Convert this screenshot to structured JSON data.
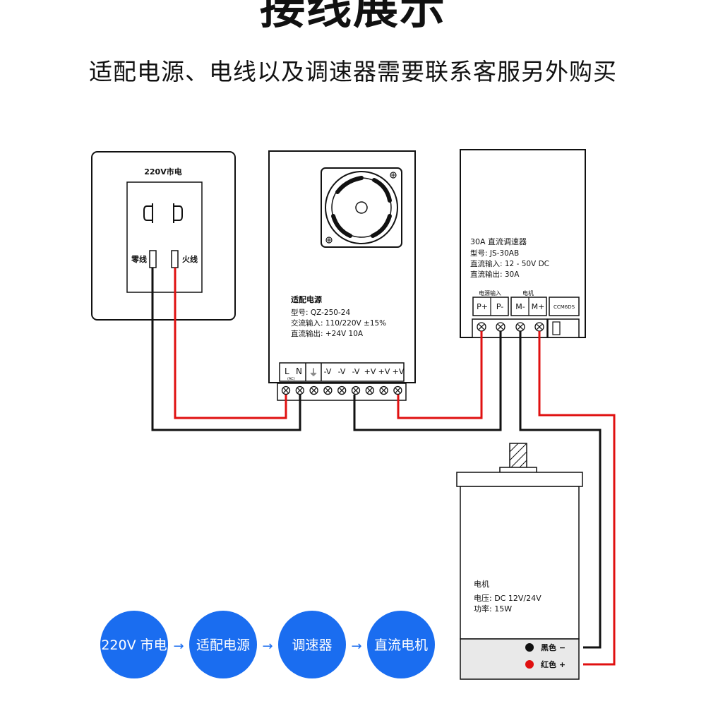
{
  "header": {
    "title": "接线展示",
    "subtitle": "适配电源、电线以及调速器需要联系客服另外购买"
  },
  "socket": {
    "label": "220V市电",
    "neutral_label": "零线",
    "live_label": "火线"
  },
  "power_supply": {
    "name": "适配电源",
    "model": "型号: QZ-250-24",
    "ac_input": "交流输入: 110/220V ±15%",
    "dc_output": "直流输出: +24V 10A",
    "terminals": [
      "L",
      "N",
      "⏚",
      "-V",
      "-V",
      "-V",
      "+V",
      "+V",
      "+V"
    ],
    "n_sub": "(AC)"
  },
  "controller": {
    "name": "30A 直流调速器",
    "model": "型号: JS-30AB",
    "dc_input": "直流输入: 12 - 50V DC",
    "dc_output": "直流输出: 30A",
    "input_group_label": "电源输入",
    "motor_group_label": "电机",
    "terminals": [
      "P+",
      "P-",
      "M-",
      "M+"
    ],
    "ccm_label": "CCM6DS"
  },
  "motor": {
    "name": "电机",
    "voltage": "电压: DC 12V/24V",
    "power": "功率: 15W",
    "black_label": "黑色 −",
    "red_label": "红色 +",
    "black_color": "#111111",
    "red_color": "#e01010"
  },
  "flow": {
    "steps": [
      "220V 市电",
      "适配电源",
      "调速器",
      "直流电机"
    ],
    "arrow": "→",
    "color": "#1a6df0"
  },
  "colors": {
    "red_wire": "#e01010",
    "black_wire": "#111111"
  }
}
